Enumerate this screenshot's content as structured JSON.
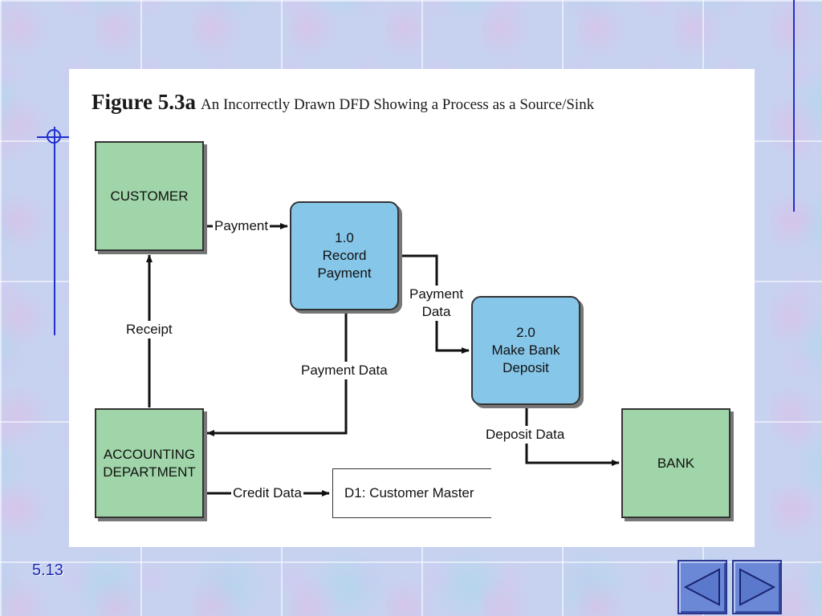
{
  "figure": {
    "number": "Figure 5.3a",
    "caption": "An Incorrectly Drawn DFD Showing a Process as a Source/Sink"
  },
  "entities": {
    "customer": "CUSTOMER",
    "accounting": "ACCOUNTING\nDEPARTMENT",
    "bank": "BANK"
  },
  "processes": {
    "record_payment": "1.0\nRecord\nPayment",
    "make_deposit": "2.0\nMake Bank\nDeposit"
  },
  "data_store": {
    "label": "D1: Customer Master"
  },
  "flows": {
    "payment": "Payment",
    "payment_data_1": "Payment\nData",
    "payment_data_2": "Payment Data",
    "receipt": "Receipt",
    "deposit_data": "Deposit Data",
    "credit_data": "Credit Data"
  },
  "slide": {
    "number": "5.13"
  },
  "nav": {
    "prev_icon": "left-triangle",
    "next_icon": "right-triangle",
    "accent": "#6b88d6"
  },
  "colors": {
    "entity": "#9fd5a8",
    "process": "#86c6e8"
  }
}
